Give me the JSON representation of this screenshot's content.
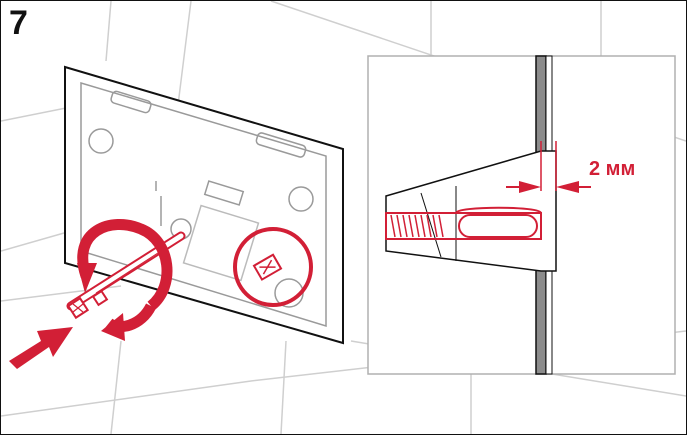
{
  "step": {
    "number": "7"
  },
  "detail": {
    "gap_label": "2 мм"
  },
  "colors": {
    "accent": "#d21f36",
    "line": "#1a1a1a",
    "tile_grout": "#c9c9c9"
  },
  "icons": {
    "install_panel": "wall-mounting-plate",
    "anchor": "wall-plug-anchor",
    "rotation": "rotation-arrows-icon",
    "insert": "push-arrow-icon",
    "zoom": "detail-magnifier-circle"
  }
}
